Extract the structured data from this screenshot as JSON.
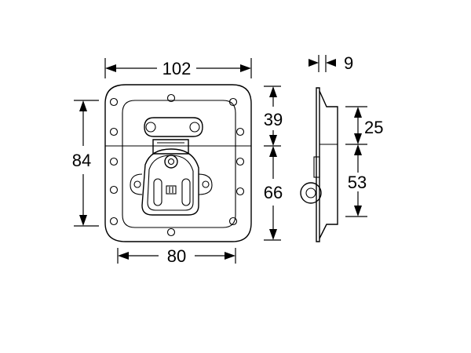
{
  "diagram": {
    "front_view": {
      "overall_width_label": "102",
      "overall_height_label": "84",
      "inner_width_label": "80",
      "upper_height_label": "39",
      "lower_height_label": "66"
    },
    "side_view": {
      "depth_label": "9",
      "upper_height_label": "25",
      "lower_height_label": "53"
    }
  }
}
